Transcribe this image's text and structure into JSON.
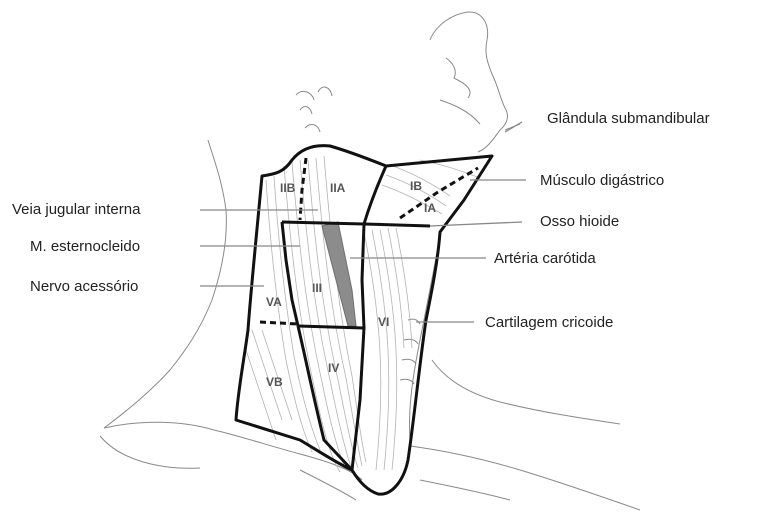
{
  "labels": {
    "submandibular_gland": "Glândula submandibular",
    "digastric_muscle": "Músculo digástrico",
    "internal_jugular_vein": "Veia jugular interna",
    "hyoid_bone": "Osso hioide",
    "sternocleidomastoid": "M. esternocleido",
    "carotid_artery": "Artéria carótida",
    "accessory_nerve": "Nervo acessório",
    "cricoid_cartilage": "Cartilagem cricoide"
  },
  "levels": {
    "IIB": "IIB",
    "IIA": "IIA",
    "IB": "IB",
    "IA": "IA",
    "III": "III",
    "VA": "VA",
    "VI": "VI",
    "IV": "IV",
    "VB": "VB"
  },
  "colors": {
    "outline": "#111111",
    "sketch": "#8a8a8a",
    "artery": "#8c8c8c",
    "text": "#222222"
  }
}
